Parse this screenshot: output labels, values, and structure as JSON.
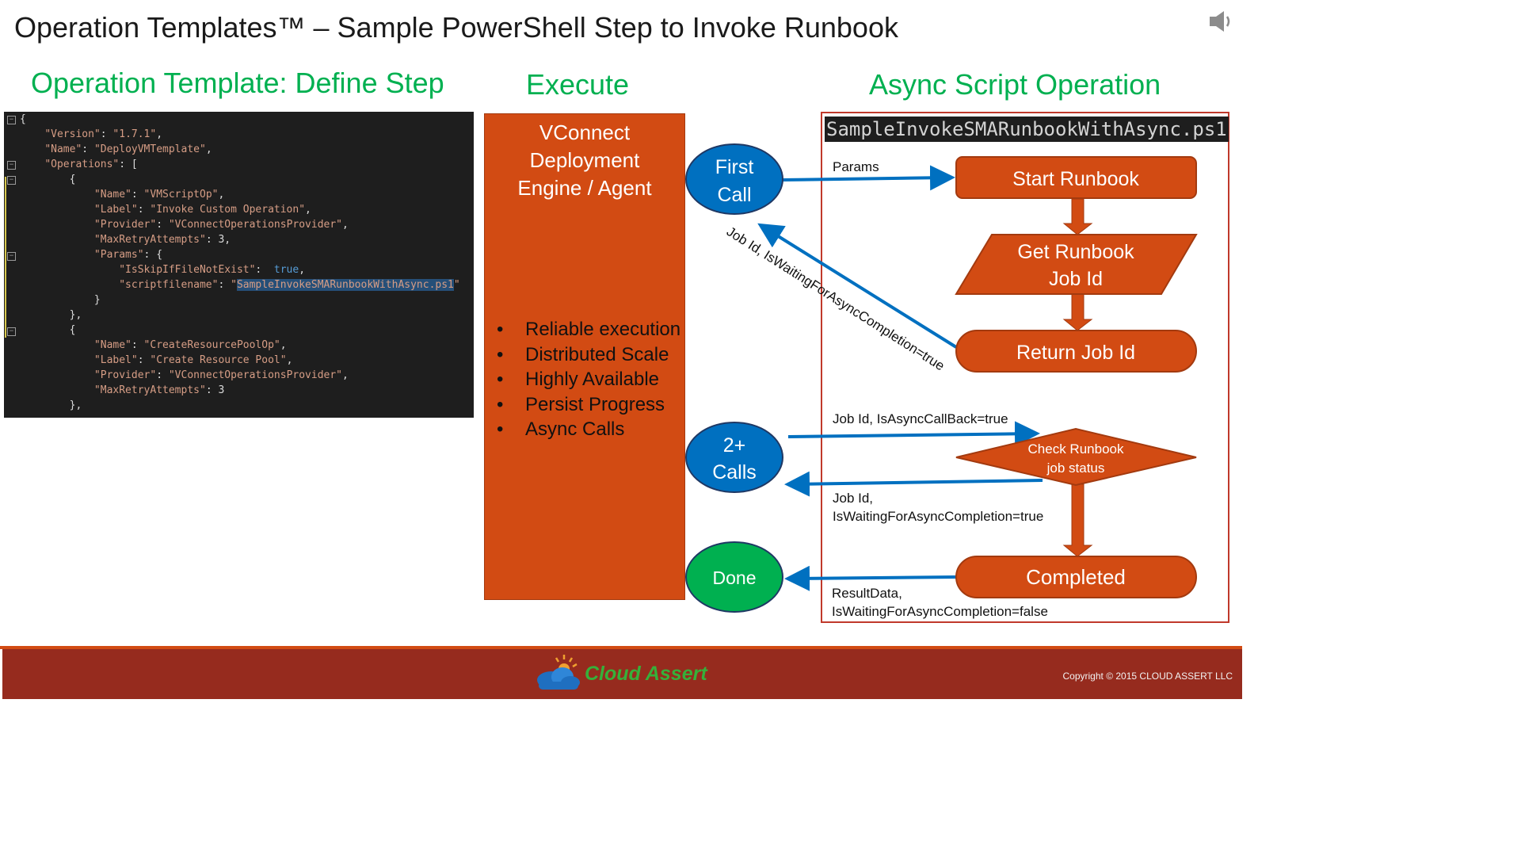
{
  "header": {
    "title": "Operation Templates™ – Sample PowerShell Step to Invoke Runbook",
    "speaker_icon": "speaker-icon"
  },
  "headings": {
    "define_step": "Operation Template: Define Step",
    "execute": "Execute",
    "async_op": "Async Script Operation"
  },
  "code_lines": [
    "{",
    "    \"Version\": \"1.7.1\",",
    "    \"Name\": \"DeployVMTemplate\",",
    "    \"Operations\": [",
    "        {",
    "            \"Name\": \"VMScriptOp\",",
    "            \"Label\": \"Invoke Custom Operation\",",
    "            \"Provider\": \"VConnectOperationsProvider\",",
    "            \"MaxRetryAttempts\": 3,",
    "            \"Params\": {",
    "                \"IsSkipIfFileNotExist\":  true,",
    "                \"scriptfilename\": \"SampleInvokeSMARunbookWithAsync.ps1\"",
    "            }",
    "        },",
    "        {",
    "            \"Name\": \"CreateResourcePoolOp\",",
    "            \"Label\": \"Create Resource Pool\",",
    "            \"Provider\": \"VConnectOperationsProvider\",",
    "            \"MaxRetryAttempts\": 3",
    "        },"
  ],
  "engine": {
    "title_lines": [
      "VConnect",
      "Deployment",
      "Engine / Agent"
    ],
    "bullets": [
      "Reliable execution",
      "Distributed Scale",
      "Highly Available",
      "Persist Progress",
      "Async Calls"
    ]
  },
  "calls": {
    "first_lines": [
      "First",
      "Call"
    ],
    "more_lines": [
      "2+",
      "Calls"
    ],
    "done": "Done"
  },
  "script_file": "SampleInvokeSMARunbookWithAsync.ps1",
  "flow": {
    "start": "Start Runbook",
    "get_lines": [
      "Get Runbook",
      "Job Id"
    ],
    "return": "Return Job Id",
    "check_lines": [
      "Check Runbook",
      "job status"
    ],
    "completed": "Completed"
  },
  "labels": {
    "params": "Params",
    "diag": "Job Id, IsWaitingForAsyncCompletion=true",
    "callback": "Job Id, IsAsyncCallBack=true",
    "waiting_lines": [
      "Job Id,",
      "IsWaitingForAsyncCompletion=true"
    ],
    "result_lines": [
      "ResultData,",
      "IsWaitingForAsyncCompletion=false"
    ]
  },
  "footer": {
    "logo": "Cloud Assert",
    "copyright": "Copyright © 2015 CLOUD ASSERT LLC"
  },
  "colors": {
    "accent_orange": "#d24b13",
    "call_blue": "#0070c0",
    "done_green": "#00b050",
    "heading_green": "#00b050",
    "footer_red": "#962b1e"
  }
}
